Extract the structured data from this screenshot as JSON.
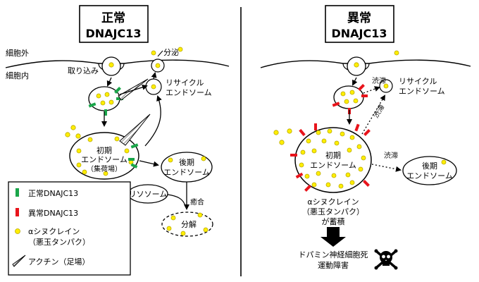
{
  "normal": {
    "title": "正常",
    "subtitle": "DNAJC13",
    "outside": "細胞外",
    "inside": "細胞内",
    "uptake": "取り込み",
    "secretion": "分泌",
    "recycling_line1": "リサイクル",
    "recycling_line2": "エンドソーム",
    "early_line1": "初期",
    "early_line2": "エンドソーム",
    "early_line3": "（集荷場）",
    "late_line1": "後期",
    "late_line2": "エンドソーム",
    "lysosome": "リソソーム",
    "fusion": "癒合",
    "degradation": "分解"
  },
  "legend": {
    "normal_dnajc13": "正常DNAJC13",
    "abnormal_dnajc13": "異常DNAJC13",
    "synuclein_line1": "αシヌクレイン",
    "synuclein_line2": "（悪玉タンパク）",
    "actin": "アクチン（足場）"
  },
  "abnormal": {
    "title": "異常",
    "subtitle": "DNAJC13",
    "stagnation_top": "渋滞",
    "stagnation_diag": "渋滞",
    "stagnation_right": "渋滞",
    "recycling_line1": "リサイクル",
    "recycling_line2": "エンドソーム",
    "early_line1": "初期",
    "early_line2": "エンドソーム",
    "late_line1": "後期",
    "late_line2": "エンドソーム",
    "accum_line1": "αシヌクレイン",
    "accum_line2": "（悪玉タンパク）",
    "accum_line3": "が蓄積",
    "outcome_line1": "ドパミン神経細胞死",
    "outcome_line2": "運動障害"
  },
  "colors": {
    "normal_dnajc13": "#1aa64a",
    "abnormal_dnajc13": "#e8141b",
    "synuclein_fill": "#ffee00",
    "synuclein_stroke": "#b8a800"
  },
  "icons": {
    "outcome": "skull-crossbones-icon",
    "actin": "actin-filament-icon"
  }
}
